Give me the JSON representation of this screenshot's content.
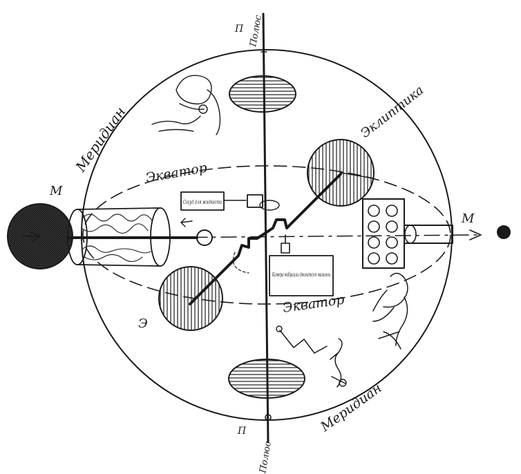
{
  "labels": {
    "meridian_top": "Меридиан",
    "equator_top": "Экватор",
    "equator_bottom": "Экватор",
    "ecliptic_right": "Эклиптика",
    "meridian_bottom": "Меридиан",
    "axis_bottom": "Полюс",
    "axis_top": "Полюс",
    "mark_M_left": "М",
    "mark_M_right": "М",
    "mark_P_top": "П",
    "mark_P_bottom": "П",
    "mark_E_left": "Э"
  },
  "boxes": {
    "upper_box": "Сосуд для жидкости",
    "lower_box": "Камера вибрации двигателя машины"
  },
  "colors": {
    "ink": "#1a1a1a",
    "paper": "#ffffff"
  }
}
